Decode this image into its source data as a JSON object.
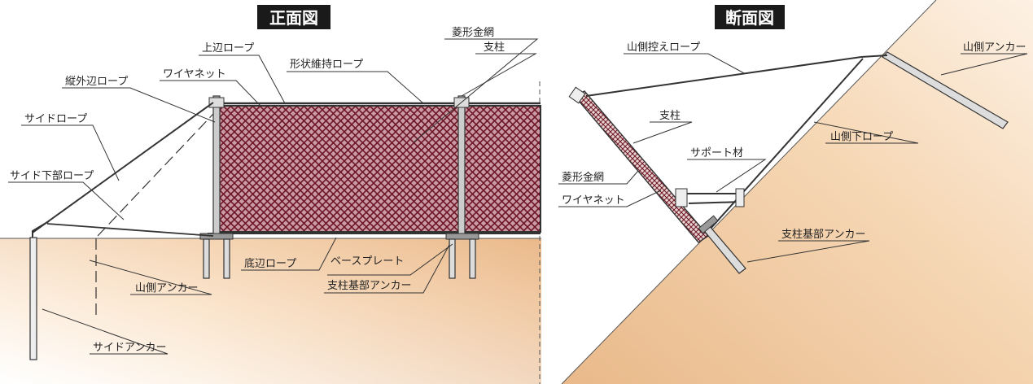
{
  "front_view": {
    "title": "正面図",
    "labels": {
      "top_edge_rope": "上辺ロープ",
      "diamond_wire_mesh": "菱形金網",
      "shape_keeping_rope": "形状維持ロープ",
      "post": "支柱",
      "wire_net": "ワイヤネット",
      "vertical_outer_edge_rope": "縦外辺ロープ",
      "side_rope": "サイドロープ",
      "side_lower_rope": "サイド下部ロープ",
      "bottom_edge_rope": "底辺ロープ",
      "base_plate": "ベースプレート",
      "post_base_anchor": "支柱基部アンカー",
      "mountain_side_anchor": "山側アンカー",
      "side_anchor": "サイドアンカー"
    }
  },
  "section_view": {
    "title": "断面図",
    "labels": {
      "mountain_side_stay_rope": "山側控えロープ",
      "mountain_side_anchor": "山側アンカー",
      "post": "支柱",
      "support_member": "サポート材",
      "mountain_side_lower_rope": "山側下ロープ",
      "diamond_wire_mesh": "菱形金網",
      "wire_net": "ワイヤネット",
      "post_base_anchor": "支柱基部アンカー"
    }
  },
  "colors": {
    "ground_light": "#fbe8d2",
    "ground_dark": "#e3b07e",
    "mesh": "#7a1b2b",
    "line": "#333333",
    "title_bg": "#1a1a1a"
  }
}
